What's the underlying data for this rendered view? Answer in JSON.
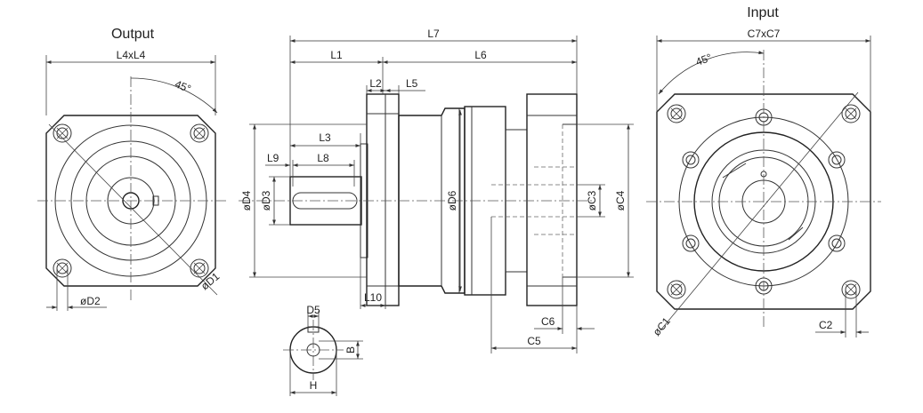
{
  "views": {
    "output": {
      "title": "Output"
    },
    "input": {
      "title": "Input"
    }
  },
  "dimensions": {
    "L4xL4": "L4xL4",
    "angle_out": "45°",
    "D2": "øD2",
    "D1": "øD1",
    "L7": "L7",
    "L1": "L1",
    "L6": "L6",
    "L2": "L2",
    "L5": "L5",
    "L3": "L3",
    "L9": "L9",
    "L8": "L8",
    "D4": "øD4",
    "D3": "øD3",
    "D6": "øD6",
    "C3": "øC3",
    "C4": "øC4",
    "L10": "L10",
    "C6": "C6",
    "C5": "C5",
    "D5": "D5",
    "B": "B",
    "H": "H",
    "C7xC7": "C7xC7",
    "angle_in": "45°",
    "C1": "øC1",
    "C2": "C2"
  }
}
